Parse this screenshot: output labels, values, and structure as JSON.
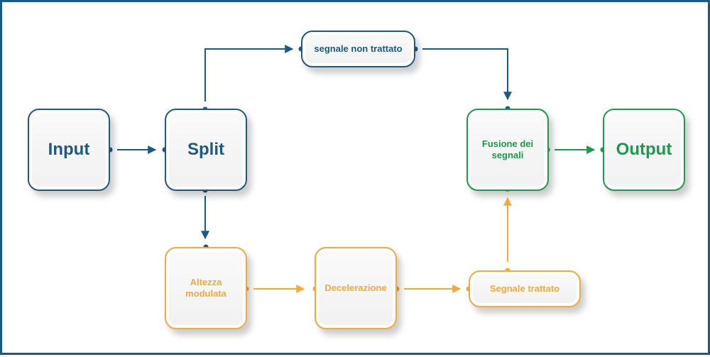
{
  "colors": {
    "blue": "#1b5a85",
    "orange": "#f4a93b",
    "green": "#1a9a4a",
    "frame": "#1b5a85"
  },
  "nodes": {
    "input": {
      "label": "Input"
    },
    "split": {
      "label": "Split"
    },
    "raw_signal": {
      "label": "segnale non trattato"
    },
    "modulated_height": {
      "label": "Altezza\nmodulata"
    },
    "deceleration": {
      "label": "Decelerazione"
    },
    "treated_signal": {
      "label": "Segnale trattato"
    },
    "signal_fusion": {
      "label": "Fusione dei\nsegnali"
    },
    "output": {
      "label": "Output"
    }
  }
}
